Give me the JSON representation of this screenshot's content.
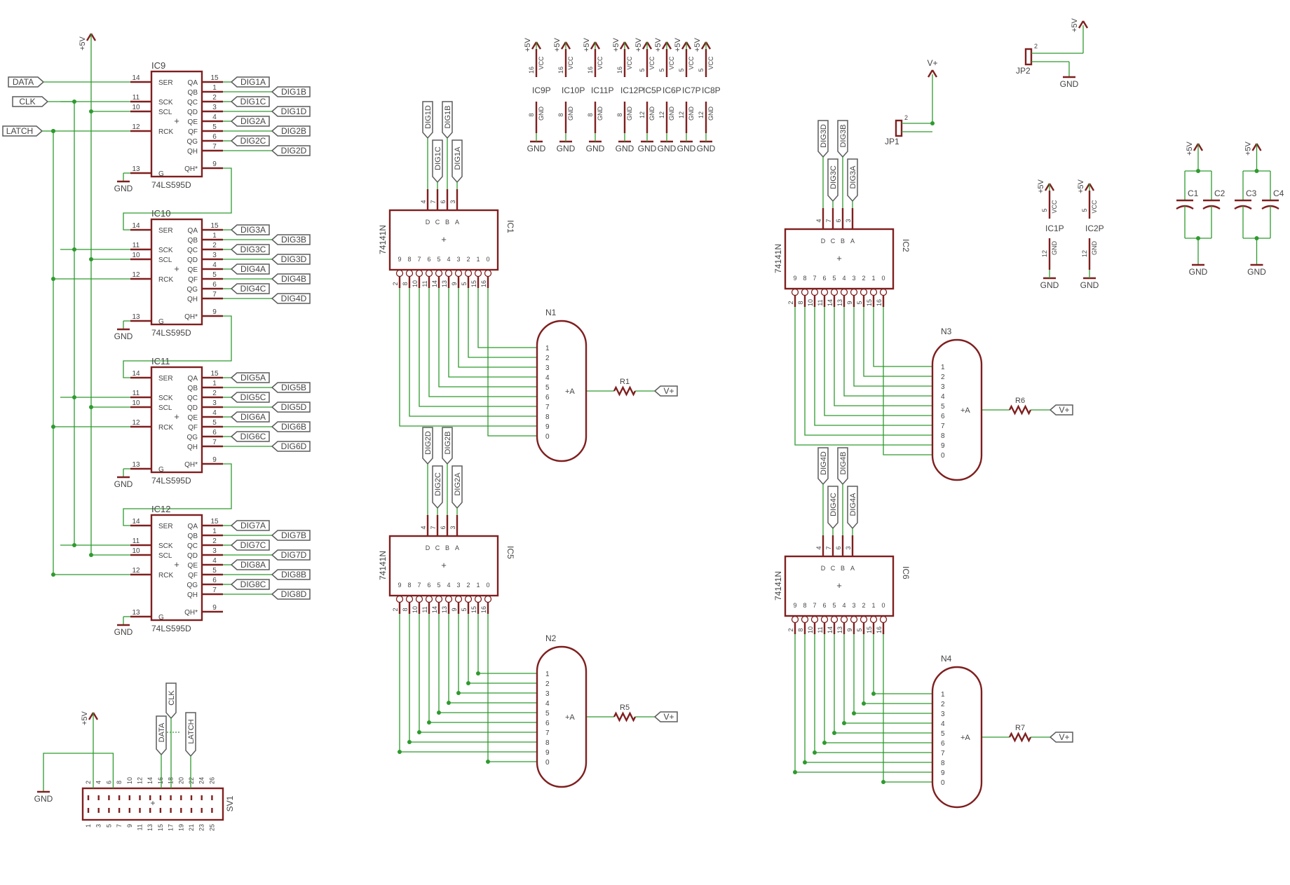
{
  "colors": {
    "wire": "#2e9a2e",
    "part": "#7f1f1f",
    "text": "#444444",
    "glabel": "#5c5c5c"
  },
  "net": {
    "gnd": "GND",
    "p5": "+5V",
    "vp": "V+",
    "vcc": "VCC"
  },
  "inputs": [
    "DATA",
    "CLK",
    "LATCH"
  ],
  "shift_registers": [
    {
      "ref": "IC9",
      "model": "74LS595D",
      "outputs": [
        "DIG1A",
        "DIG1B",
        "DIG1C",
        "DIG1D",
        "DIG2A",
        "DIG2B",
        "DIG2C",
        "DIG2D"
      ]
    },
    {
      "ref": "IC10",
      "model": "74LS595D",
      "outputs": [
        "DIG3A",
        "DIG3B",
        "DIG3C",
        "DIG3D",
        "DIG4A",
        "DIG4B",
        "DIG4C",
        "DIG4D"
      ]
    },
    {
      "ref": "IC11",
      "model": "74LS595D",
      "outputs": [
        "DIG5A",
        "DIG5B",
        "DIG5C",
        "DIG5D",
        "DIG6A",
        "DIG6B",
        "DIG6C",
        "DIG6D"
      ]
    },
    {
      "ref": "IC12",
      "model": "74LS595D",
      "outputs": [
        "DIG7A",
        "DIG7B",
        "DIG7C",
        "DIG7D",
        "DIG8A",
        "DIG8B",
        "DIG8C",
        "DIG8D"
      ]
    }
  ],
  "sr_pins": {
    "left_names": [
      "SER",
      "SCK",
      "SCL",
      "RCK",
      "G"
    ],
    "left_nums": [
      "14",
      "11",
      "10",
      "12",
      "13"
    ],
    "right_names": [
      "QA",
      "QB",
      "QC",
      "QD",
      "QE",
      "QF",
      "QG",
      "QH",
      "QH*"
    ],
    "right_nums": [
      "15",
      "1",
      "2",
      "3",
      "4",
      "5",
      "6",
      "7",
      "9"
    ]
  },
  "decoders": [
    {
      "ref": "IC1",
      "model": "74141N",
      "tube": "N1",
      "res": "R1",
      "labels": [
        "DIG1D",
        "DIG1B",
        "DIG1C",
        "DIG1A"
      ]
    },
    {
      "ref": "IC5",
      "model": "74141N",
      "tube": "N2",
      "res": "R5",
      "labels": [
        "DIG2D",
        "DIG2B",
        "DIG2C",
        "DIG2A"
      ]
    },
    {
      "ref": "IC2",
      "model": "74141N",
      "tube": "N3",
      "res": "R6",
      "labels": [
        "DIG3D",
        "DIG3B",
        "DIG3C",
        "DIG3A"
      ]
    },
    {
      "ref": "IC6",
      "model": "74141N",
      "tube": "N4",
      "res": "R7",
      "labels": [
        "DIG4D",
        "DIG4B",
        "DIG4C",
        "DIG4A"
      ]
    }
  ],
  "dec_pins": {
    "in_names": [
      "D",
      "C",
      "B",
      "A"
    ],
    "in_nums": [
      "4",
      "7",
      "6",
      "3"
    ],
    "out_names": [
      "9",
      "8",
      "7",
      "6",
      "5",
      "4",
      "3",
      "2",
      "1",
      "0"
    ],
    "out_nums": [
      "2",
      "8",
      "10",
      "11",
      "14",
      "13",
      "9",
      "5",
      "15",
      "16"
    ]
  },
  "tube_pins": [
    "1",
    "2",
    "3",
    "4",
    "5",
    "6",
    "7",
    "8",
    "9",
    "0"
  ],
  "tube_anode": "+A",
  "power_parts": [
    {
      "ref": "IC9P",
      "vccpin": "16",
      "gndpin": "8"
    },
    {
      "ref": "IC10P",
      "vccpin": "16",
      "gndpin": "8"
    },
    {
      "ref": "IC11P",
      "vccpin": "16",
      "gndpin": "8"
    },
    {
      "ref": "IC12P",
      "vccpin": "16",
      "gndpin": "8"
    },
    {
      "ref": "IC5P",
      "vccpin": "5",
      "gndpin": "12"
    },
    {
      "ref": "IC6P",
      "vccpin": "5",
      "gndpin": "12"
    },
    {
      "ref": "IC7P",
      "vccpin": "5",
      "gndpin": "12"
    },
    {
      "ref": "IC8P",
      "vccpin": "5",
      "gndpin": "12"
    },
    {
      "ref": "IC1P",
      "vccpin": "5",
      "gndpin": "12"
    },
    {
      "ref": "IC2P",
      "vccpin": "5",
      "gndpin": "12"
    }
  ],
  "jumpers": [
    {
      "ref": "JP1",
      "pin": "2"
    },
    {
      "ref": "JP2",
      "pin": "2"
    }
  ],
  "caps": [
    "C1",
    "C2",
    "C3",
    "C4"
  ],
  "header": {
    "ref": "SV1",
    "top": [
      "2",
      "4",
      "6",
      "8",
      "10",
      "12",
      "14",
      "16",
      "18",
      "20",
      "22",
      "24",
      "26"
    ],
    "bottom": [
      "1",
      "3",
      "5",
      "7",
      "9",
      "11",
      "13",
      "15",
      "17",
      "19",
      "21",
      "23",
      "25"
    ],
    "labels": [
      "DATA",
      "CLK",
      "LATCH"
    ]
  }
}
